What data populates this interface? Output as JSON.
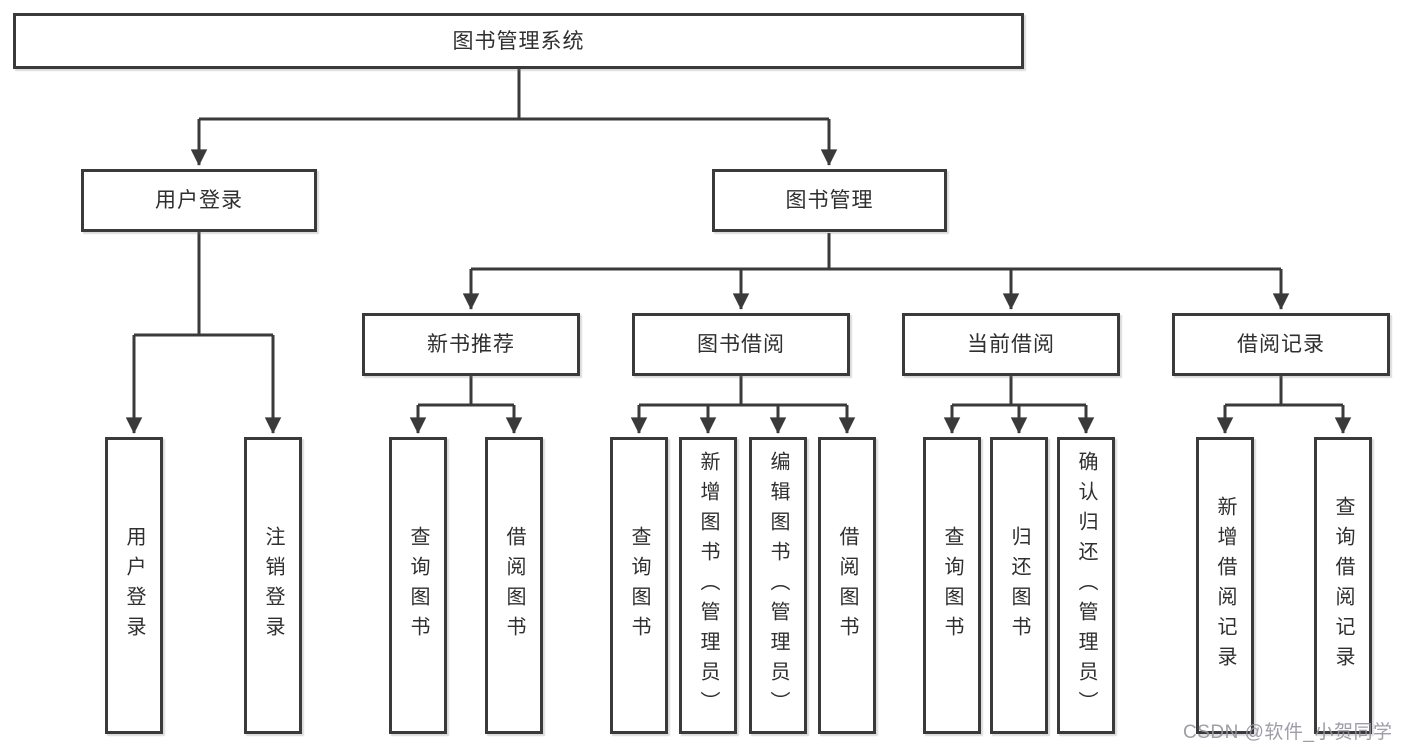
{
  "diagram": {
    "root": {
      "label": "图书管理系统"
    },
    "level2": [
      {
        "label": "用户登录"
      },
      {
        "label": "图书管理"
      }
    ],
    "level3": [
      {
        "label": "新书推荐"
      },
      {
        "label": "图书借阅"
      },
      {
        "label": "当前借阅"
      },
      {
        "label": "借阅记录"
      }
    ],
    "leaves": {
      "user_login": {
        "label": "用户登录"
      },
      "logout": {
        "label": "注销登录"
      },
      "rec_query_book": {
        "label": "查询图书"
      },
      "rec_borrow_book": {
        "label": "借阅图书"
      },
      "bb_query_book": {
        "label": "查询图书"
      },
      "bb_add_book": {
        "label": "新增图书（管理员）"
      },
      "bb_edit_book": {
        "label": "编辑图书（管理员）"
      },
      "bb_borrow_book": {
        "label": "借阅图书"
      },
      "cb_query_book": {
        "label": "查询图书"
      },
      "cb_return_book": {
        "label": "归还图书"
      },
      "cb_confirm_return": {
        "label": "确认归还（管理员）"
      },
      "br_add_record": {
        "label": "新增借阅记录"
      },
      "br_query_record": {
        "label": "查询借阅记录"
      }
    }
  },
  "watermark": "CSDN @软件_小贺同学",
  "colors": {
    "line": "#3a3a3a",
    "box_border": "#3a3a3a",
    "text": "#2f2f2f",
    "watermark": "#94949e",
    "background": "#ffffff"
  }
}
